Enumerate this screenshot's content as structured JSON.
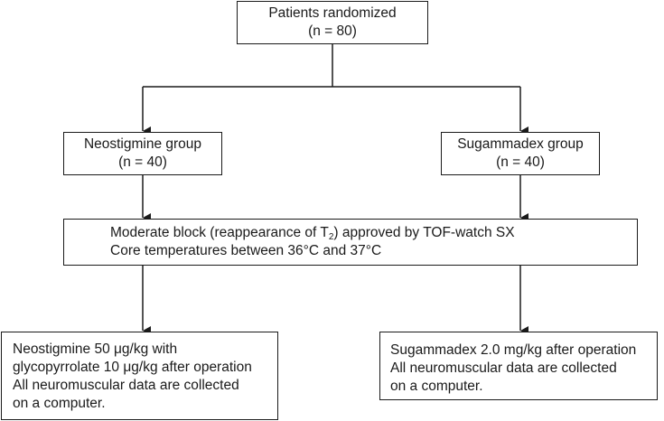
{
  "top": {
    "line1": "Patients randomized",
    "line2": "(n = 80)"
  },
  "neostigmine_group": {
    "line1": "Neostigmine group",
    "line2": "(n = 40)"
  },
  "sugammadex_group": {
    "line1": "Sugammadex group",
    "line2": "(n = 40)"
  },
  "moderate_block": {
    "line1_prefix": "Moderate block (reappearance of T",
    "line1_sub": "2",
    "line1_suffix": ") approved by TOF-watch SX",
    "line2": "Core temperatures between 36°C and 37°C"
  },
  "neostigmine_protocol": {
    "line1": "Neostigmine 50 μg/kg with",
    "line2": "glycopyrrolate 10 μg/kg after operation",
    "line3": "All neuromuscular data are collected",
    "line4": "on a computer."
  },
  "sugammadex_protocol": {
    "line1": "Sugammadex 2.0 mg/kg after operation",
    "line2": "All neuromuscular data are collected",
    "line3": "on a computer."
  },
  "colors": {
    "stroke": "#1a1a1a",
    "background": "#ffffff"
  }
}
